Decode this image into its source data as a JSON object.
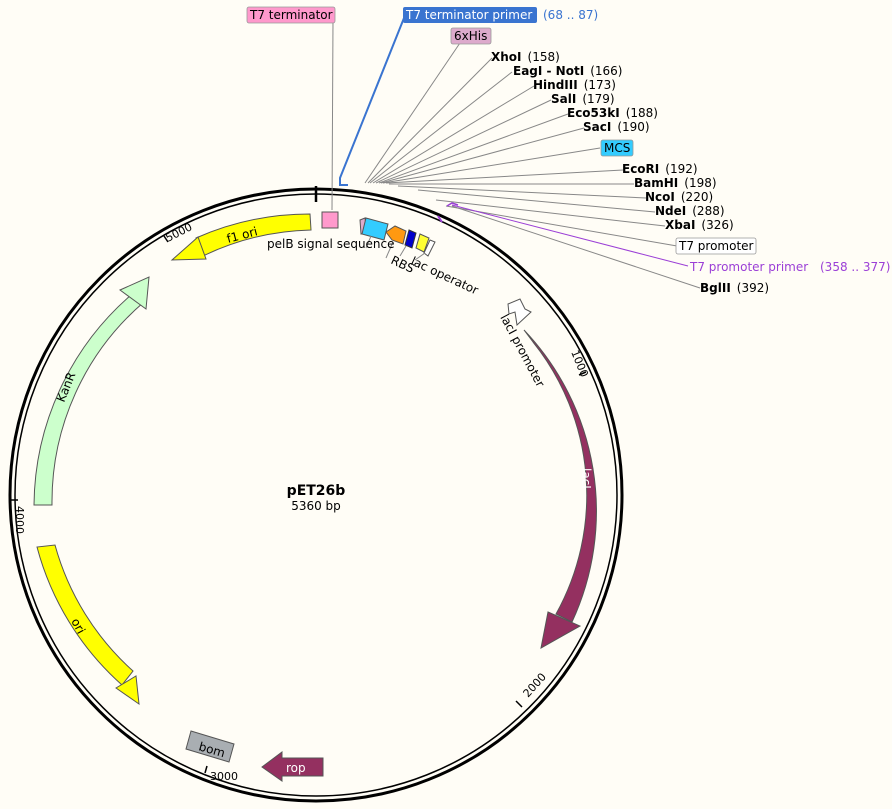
{
  "plasmid": {
    "name": "pET26b",
    "size_label": "5360 bp"
  },
  "colors": {
    "primer_blue": "#3a74d0",
    "primer_purple": "#9b3fd6",
    "lacI": "#943060",
    "rop": "#943060",
    "ori": "#ffff00",
    "f1_ori": "#ffff00",
    "KanR": "#ccffcc",
    "MCS": "#33ccff",
    "T7_terminator": "#ff99cc",
    "6xHis": "#ddaacc",
    "bom": "#a9aeb2"
  },
  "top_labels": {
    "t7_terminator": "T7 terminator",
    "t7_term_primer": "T7 terminator primer",
    "t7_term_primer_range": "(68 .. 87)",
    "his": "6xHis",
    "mcs": "MCS",
    "t7_promoter": "T7 promoter",
    "t7_prom_primer": "T7 promoter primer",
    "t7_prom_primer_range": "(358 .. 377)"
  },
  "sites": [
    {
      "name": "XhoI",
      "pos": "(158)"
    },
    {
      "name": "EagI - NotI",
      "pos": "(166)"
    },
    {
      "name": "HindIII",
      "pos": "(173)"
    },
    {
      "name": "SalI",
      "pos": "(179)"
    },
    {
      "name": "Eco53kI",
      "pos": "(188)"
    },
    {
      "name": "SacI",
      "pos": "(190)"
    },
    {
      "name": "EcoRI",
      "pos": "(192)"
    },
    {
      "name": "BamHI",
      "pos": "(198)"
    },
    {
      "name": "NcoI",
      "pos": "(220)"
    },
    {
      "name": "NdeI",
      "pos": "(288)"
    },
    {
      "name": "XbaI",
      "pos": "(326)"
    },
    {
      "name": "BglII",
      "pos": "(392)"
    }
  ],
  "features": {
    "f1_ori": "f1 ori",
    "kanr": "KanR",
    "ori": "ori",
    "bom": "bom",
    "rop": "rop",
    "laci": "lacI",
    "laci_promoter": "lacI promoter",
    "pelb": "pelB signal sequence",
    "rbs": "RBS",
    "lac_operator": "lac operator"
  },
  "ticks": {
    "t1000": "1000",
    "t2000": "2000",
    "t3000": "3000",
    "t4000": "4000",
    "t5000": "5000"
  }
}
